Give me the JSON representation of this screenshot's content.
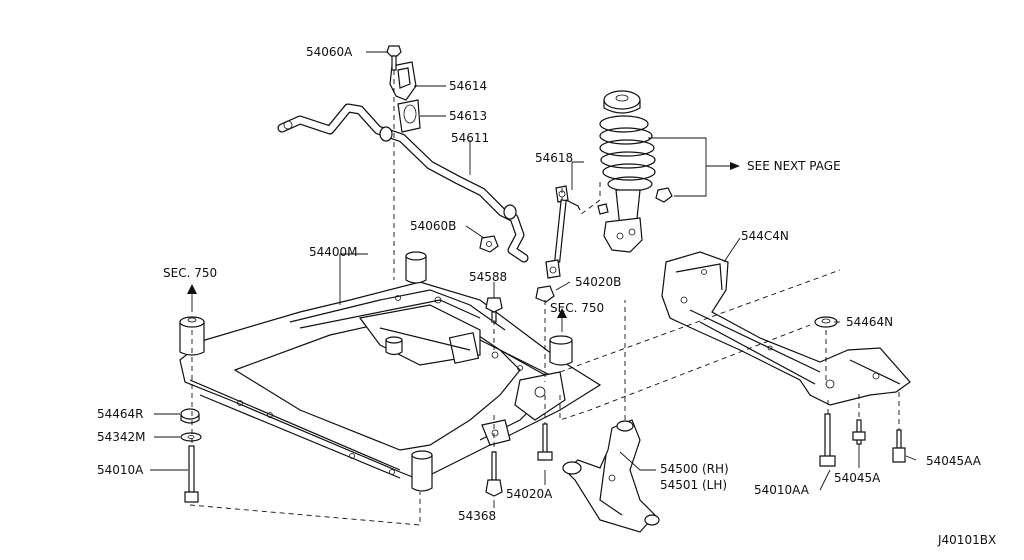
{
  "diagram": {
    "code": "J40101BX",
    "labels": {
      "p54060A": "54060A",
      "p54614": "54614",
      "p54613": "54613",
      "p54611": "54611",
      "p54618": "54618",
      "see_next": "SEE NEXT PAGE",
      "p54060B": "54060B",
      "p54400M": "54400M",
      "p544C4N": "544C4N",
      "sec750a": "SEC. 750",
      "p54588": "54588",
      "p54020B": "54020B",
      "sec750b": "SEC. 750",
      "p54464N": "54464N",
      "p54464R": "54464R",
      "p54342M": "54342M",
      "p54010A": "54010A",
      "p54500": "54500 (RH)",
      "p54501": "54501 (LH)",
      "p54368": "54368",
      "p54020A": "54020A",
      "p54010AA": "54010AA",
      "p54045A": "54045A",
      "p54045AA": "54045AA"
    }
  }
}
